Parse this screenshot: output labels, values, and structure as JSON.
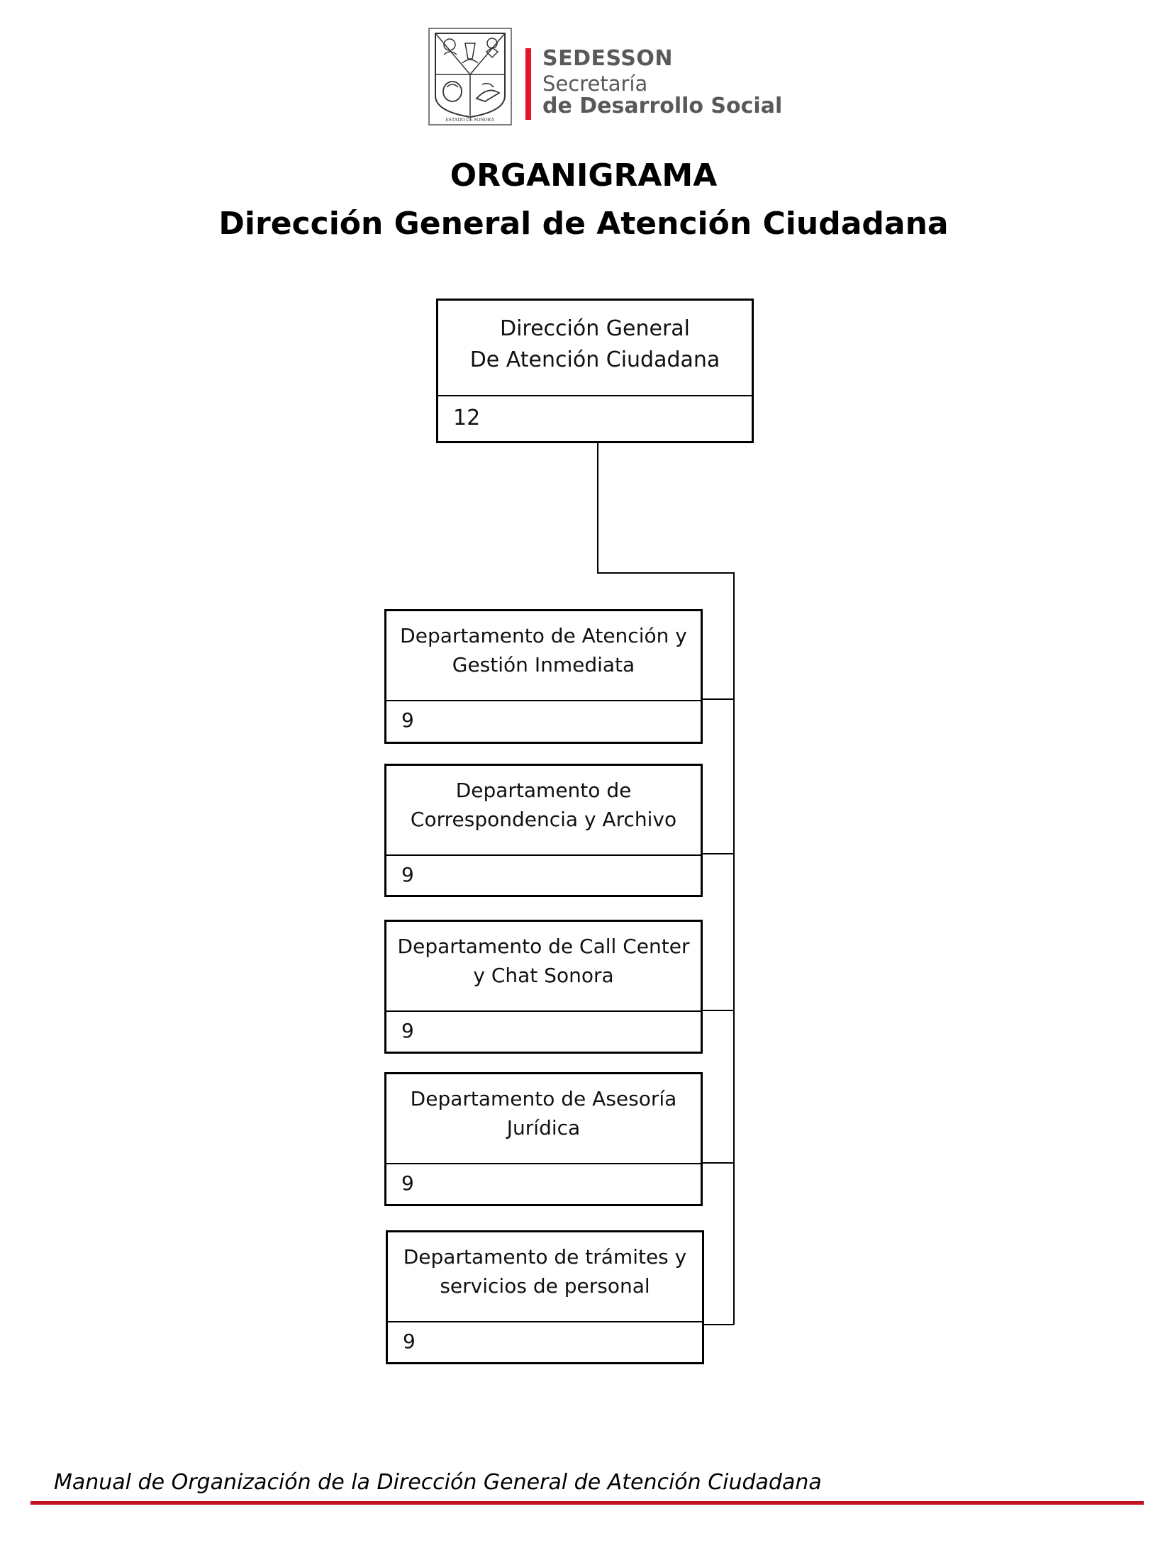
{
  "header": {
    "seal_caption": "ESTADO DE SONORA",
    "brand_name": "SEDESSON",
    "brand_line1": "Secretaría",
    "brand_line2": "de Desarrollo Social",
    "accent_color": "#e3132b"
  },
  "title": {
    "line1": "ORGANIGRAMA",
    "line2": "Dirección General de Atención Ciudadana"
  },
  "org_chart": {
    "top": {
      "name": "Dirección General\nDe Atención Ciudadana",
      "count": "12"
    },
    "departments": [
      {
        "name": "Departamento de Atención y\nGestión Inmediata",
        "count": "9"
      },
      {
        "name": "Departamento de\nCorrespondencia y Archivo",
        "count": "9"
      },
      {
        "name": "Departamento de Call Center\ny Chat Sonora",
        "count": "9"
      },
      {
        "name": "Departamento de Asesoría\nJurídica",
        "count": "9"
      },
      {
        "name": "Departamento de trámites y\nservicios de personal",
        "count": "9"
      }
    ]
  },
  "footer": {
    "text": "Manual de Organización de la Dirección General de Atención Ciudadana",
    "line_color": "#c0131f"
  }
}
